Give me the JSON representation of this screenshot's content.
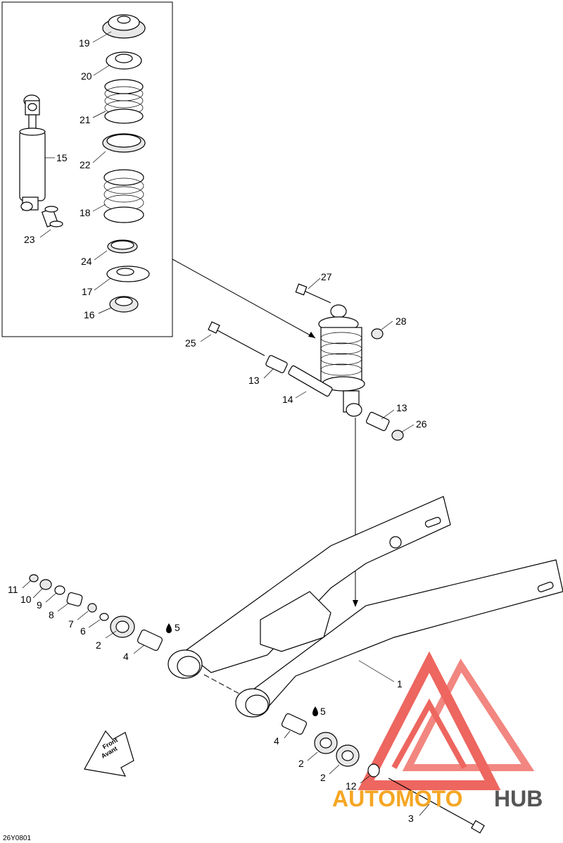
{
  "figure_code": "26Y0801",
  "front_arrow": {
    "line1": "Front",
    "line2": "Avant"
  },
  "watermark": {
    "text_a": "AUTOMOTO",
    "text_b": "HUB",
    "color_a": "#f5a623",
    "color_b": "#555555",
    "logo_color": "#e8342a"
  },
  "callouts": {
    "c1": "1",
    "c2a": "2",
    "c2b": "2",
    "c2c": "2",
    "c3": "3",
    "c4a": "4",
    "c4b": "4",
    "c5a": "5",
    "c5b": "5",
    "c6": "6",
    "c7": "7",
    "c8": "8",
    "c9": "9",
    "c10": "10",
    "c11": "11",
    "c12": "12",
    "c13a": "13",
    "c13b": "13",
    "c14": "14",
    "c15": "15",
    "c16": "16",
    "c17": "17",
    "c18": "18",
    "c19": "19",
    "c20": "20",
    "c21": "21",
    "c22": "22",
    "c23": "23",
    "c24": "24",
    "c25": "25",
    "c26": "26",
    "c27": "27",
    "c28": "28"
  }
}
